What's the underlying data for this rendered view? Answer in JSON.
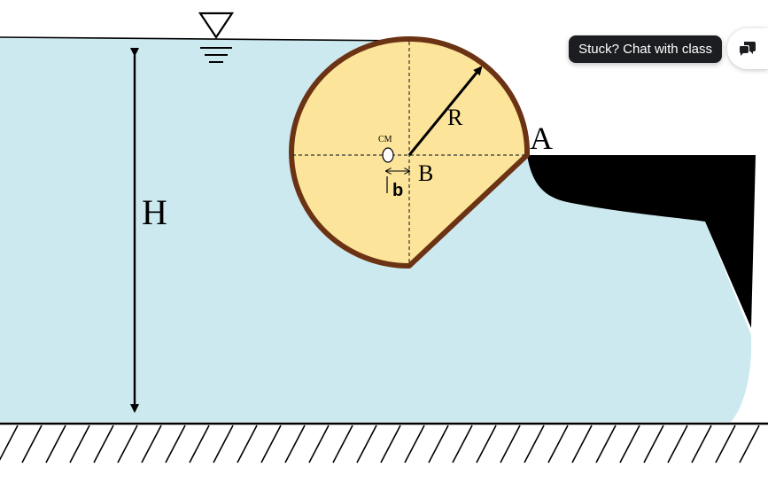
{
  "diagram": {
    "labels": {
      "height": "H",
      "radius": "R",
      "point_a": "A",
      "point_b": "B",
      "center_mass": "CM",
      "offset": "b"
    }
  },
  "chat": {
    "label": "Stuck? Chat with class",
    "icon": "chat-bubbles-icon"
  },
  "colors": {
    "water": "#cde9f0",
    "gate_fill": "#fde49b",
    "gate_outline": "#6b3314",
    "chat_pill": "#1c1d21"
  }
}
